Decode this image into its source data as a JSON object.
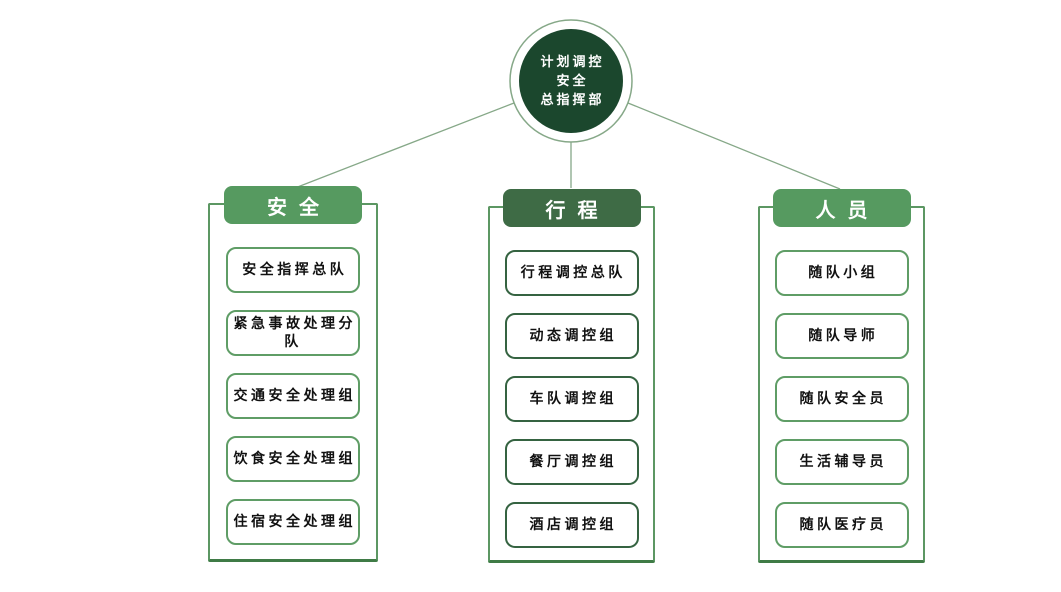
{
  "hub": {
    "lines": [
      "计划调控",
      "安全",
      "总指挥部"
    ]
  },
  "columns": [
    {
      "header": "安全",
      "items": [
        "安全指挥总队",
        "紧急事故处理分队",
        "交通安全处理组",
        "饮食安全处理组",
        "住宿安全处理组"
      ]
    },
    {
      "header": "行程",
      "items": [
        "行程调控总队",
        "动态调控组",
        "车队调控组",
        "餐厅调控组",
        "酒店调控组"
      ]
    },
    {
      "header": "人员",
      "items": [
        "随队小组",
        "随队导师",
        "随队安全员",
        "生活辅导员",
        "随队医疗员"
      ]
    }
  ],
  "colors": {
    "background": "#ffffff",
    "hub_fill": "#1b472d",
    "hub_ring": "#86a888",
    "connector_line": "#86a888",
    "header_light": "#569a60",
    "header_dark": "#3e6b45",
    "frame_border": "#5c9763",
    "frame_border_bottom": "#3f7b46",
    "box_border_light": "#5f9d66",
    "box_border_dark": "#356341",
    "box_text": "#111111",
    "header_text": "#ffffff"
  }
}
